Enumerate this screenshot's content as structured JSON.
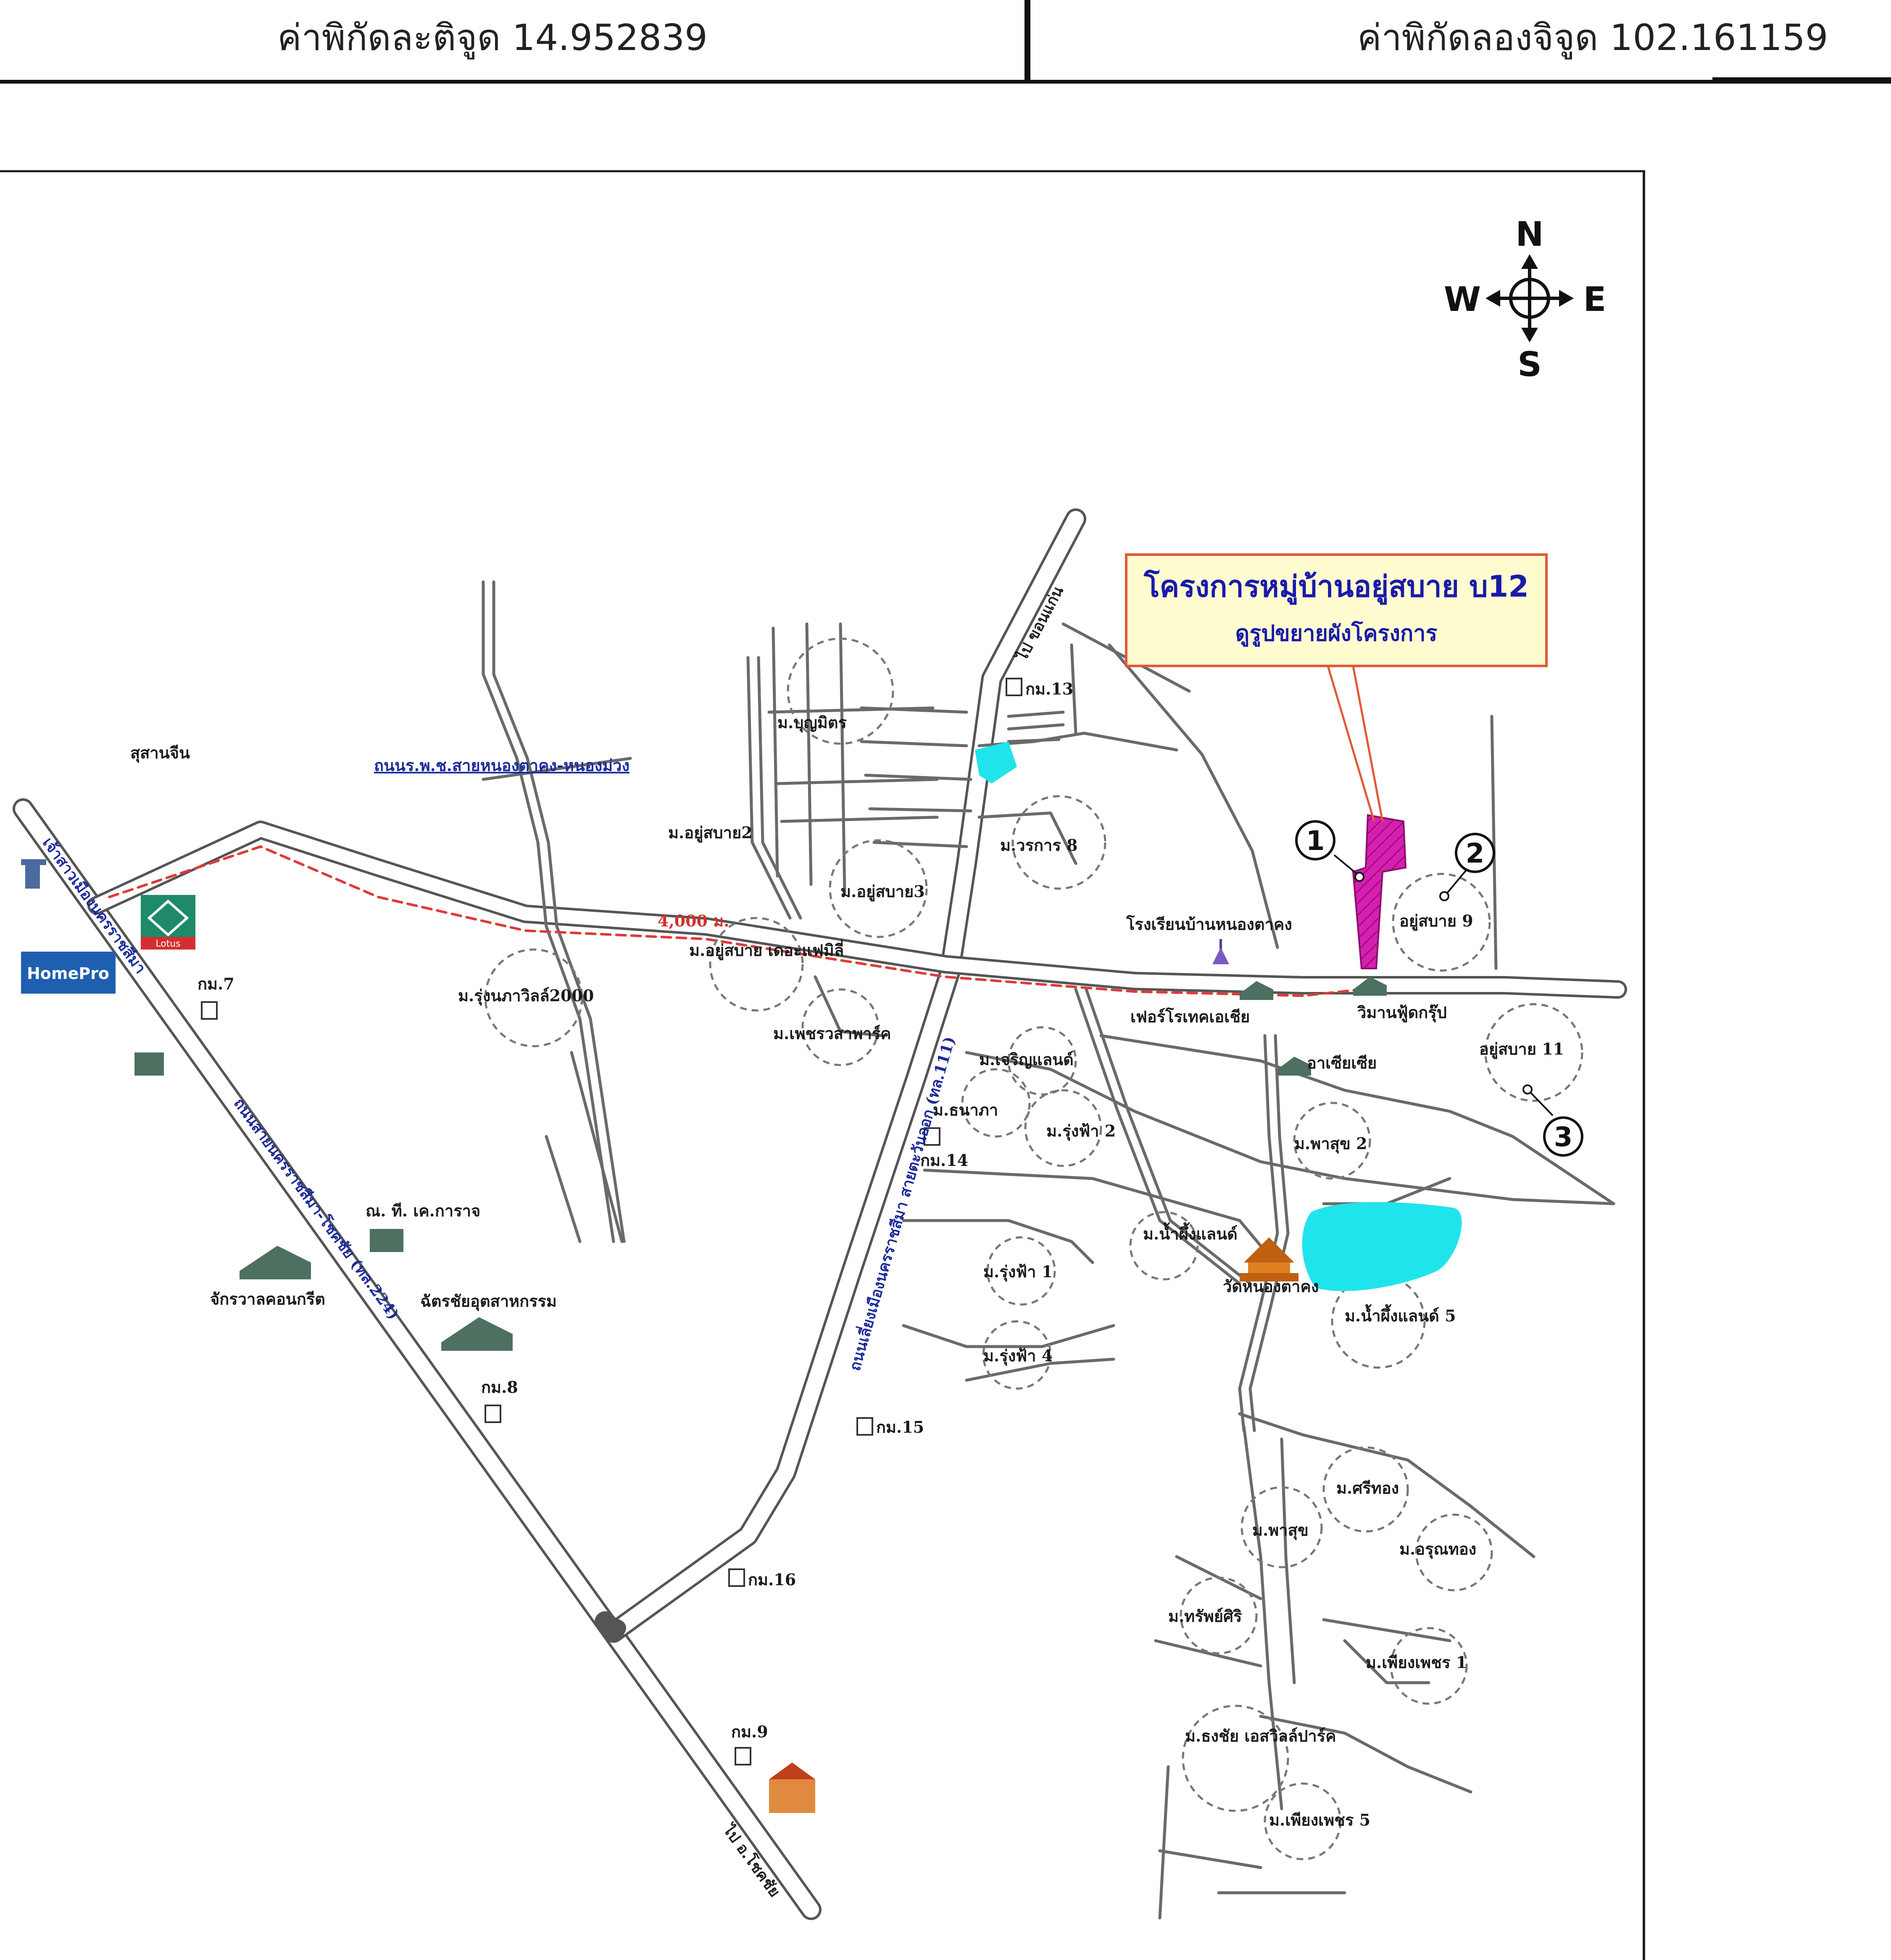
{
  "header": {
    "latitude_label": "ค่าพิกัดละติจูด 14.952839",
    "longitude_label": "ค่าพิกัดลองจิจูด 102.161159"
  },
  "compass": {
    "n": "N",
    "s": "S",
    "e": "E",
    "w": "W"
  },
  "callout": {
    "title": "โครงการหมู่บ้านอยู่สบาย บ12",
    "subtitle": "ดูรูปขยายผังโครงการ",
    "border_color": "#e05a3a",
    "fill_color": "#fffcd0",
    "title_color": "#1a1aaa"
  },
  "markers": {
    "one": "1",
    "two": "2",
    "three": "3"
  },
  "colors": {
    "site": "#d61fb0",
    "water": "#20e4ec",
    "road": "#555555",
    "dashed_route": "#e03a3a"
  },
  "labels": {
    "distance": "4,000 ม.",
    "sukhanchin": "สุสานจีน",
    "road_blue_top": "ถนนร.พ.ช.สายหนองตาคง-หนองม่วง",
    "road_left_top": "เจ้าสาวเมืองนครราชสีมา",
    "road_left_main": "ถนนสายนครราชสีมา-โชคชัย (ทล.224)",
    "road_center": "ถนนเลี่ยงเมืองนครราชสีมา สายตะวันออก (ทล.111)",
    "to_khonkaen": "ไป ขอนแก่น",
    "to_chokchai": "ไป อ.โชคชัย",
    "km7": "กม.7",
    "km8": "กม.8",
    "km9": "กม.9",
    "km13": "กม.13",
    "km14": "กม.14",
    "km15": "กม.15",
    "km16": "กม.16",
    "m_boonmitra": "ม.บุญมิตร",
    "m_yoosabai2": "ม.อยู่สบาย2",
    "m_yoosabai3": "ม.อยู่สบาย3",
    "m_wararat8": "ม.วรการ 8",
    "m_rungrawee": "ม.รุ่งนภาวิลล์2000",
    "m_yoosabai_tf": "ม.อยู่สบาย เดอะแฟมิลี่",
    "m_petchwasa": "ม.เพชรวสาพาร์ค",
    "school": "โรงเรียนบ้านหนองตาคง",
    "yoosabai9": "อยู่สบาย 9",
    "yoosabai11": "อยู่สบาย 11",
    "ferro": "เฟอร์โรเทคเอเชีย",
    "vimanfood": "วิมานฟู้ดกรุ๊ป",
    "arsia": "อาเซียเซีย",
    "m_chaicharoen": "ม.เจริญแลนด์",
    "m_thanapat": "ม.ธนาภา",
    "m_rungfa2": "ม.รุ่งฟ้า 2",
    "m_phasuk2": "ม.พาสุข 2",
    "m_namphueng": "ม.น้ำผึ้งแลนด์",
    "wat": "วัดหนองตาคง",
    "m_namphueng5": "ม.น้ำผึ้งแลนด์ 5",
    "m_rungfa1": "ม.รุ่งฟ้า 1",
    "m_rungfa4": "ม.รุ่งฟ้า 4",
    "m_srithong": "ม.ศรีทอง",
    "m_phasuk": "ม.พาสุข",
    "m_arunthong": "ม.อรุณทอง",
    "m_sapsiri": "ม.ทรัพย์ศิริ",
    "m_phiangphet1": "ม.เพียงเพชร 1",
    "m_sc_park": "ม.ธงชัย เอสวิลล์ปาร์ค",
    "m_phiangphet5": "ม.เพียงเพชร 5",
    "bp_factory": "ณ. ที. เค.การาจ",
    "jaktaw": "จักรวาลคอนกรีต",
    "industrial": "ฉัตรชัยอุตสาหกรรม",
    "homepro": "HomePro",
    "lotus": "Lotus"
  }
}
